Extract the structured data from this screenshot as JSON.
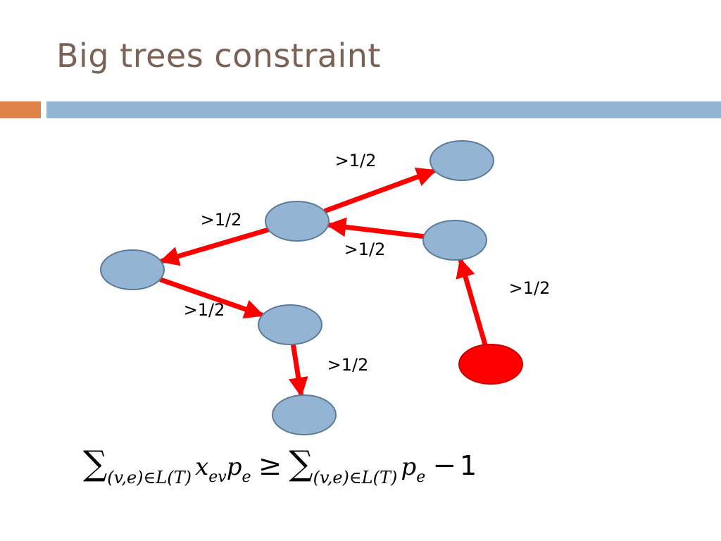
{
  "title": "Big trees constraint",
  "colors": {
    "title": "#7a6356",
    "accent_bar": "#e0834a",
    "main_bar": "#92b5d4",
    "node_fill": "#94b4d3",
    "node_stroke": "#5b7b99",
    "root_fill": "#ff0000",
    "root_stroke": "#cc0000",
    "edge": "#ff0000"
  },
  "diagram": {
    "nodes": [
      {
        "id": "top_right",
        "highlight": false
      },
      {
        "id": "center",
        "highlight": false
      },
      {
        "id": "right_mid",
        "highlight": false
      },
      {
        "id": "left",
        "highlight": false
      },
      {
        "id": "lower_mid",
        "highlight": false
      },
      {
        "id": "bottom",
        "highlight": false
      },
      {
        "id": "root",
        "highlight": true
      }
    ],
    "edges": [
      {
        "from": "center",
        "to": "top_right",
        "label": ">1/2"
      },
      {
        "from": "center",
        "to": "left",
        "label": ">1/2"
      },
      {
        "from": "right_mid",
        "to": "center",
        "label": ">1/2"
      },
      {
        "from": "left",
        "to": "lower_mid",
        "label": ">1/2"
      },
      {
        "from": "lower_mid",
        "to": "bottom",
        "label": ">1/2"
      },
      {
        "from": "root",
        "to": "right_mid",
        "label": ">1/2"
      }
    ]
  },
  "formula": {
    "sum1": "∑",
    "sub1": "(v,e)∈L(T)",
    "term1_x": "x",
    "term1_x_sub": "ev",
    "term1_p": "p",
    "term1_p_sub": "e",
    "relation": "≥",
    "sum2": "∑",
    "sub2": "(v,e)∈L(T)",
    "term2_p": "p",
    "term2_p_sub": "e",
    "minus": "−",
    "constant": "1"
  }
}
